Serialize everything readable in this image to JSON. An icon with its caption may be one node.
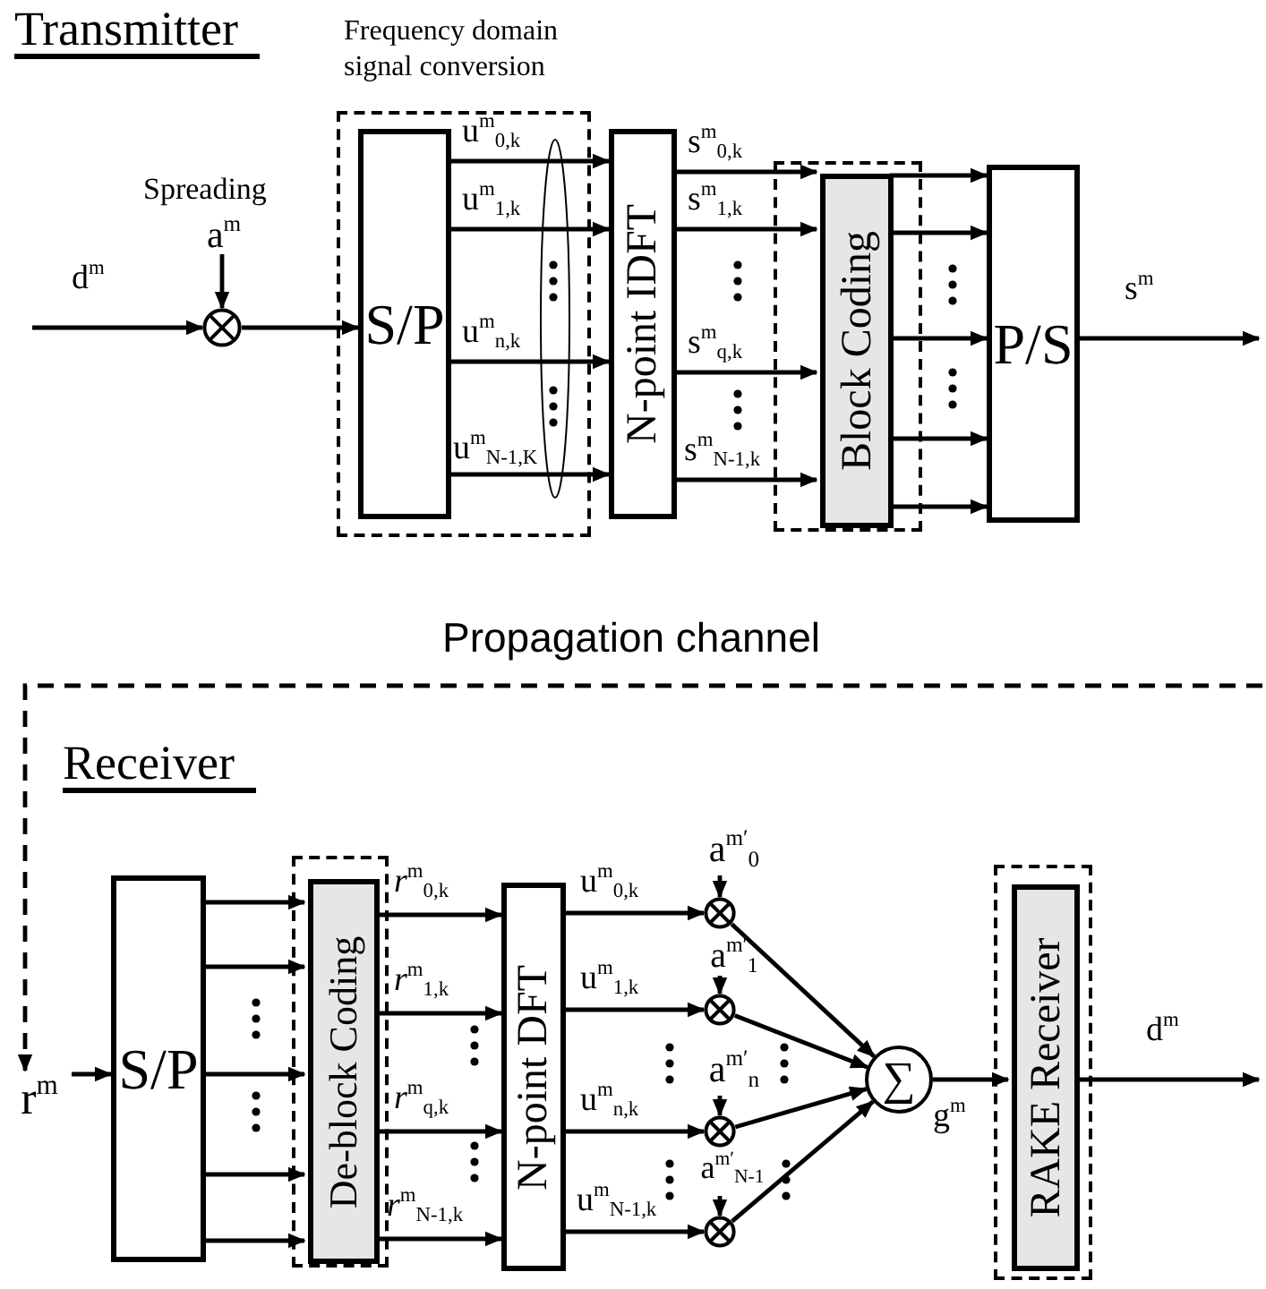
{
  "diagram": {
    "nodes": [
      {
        "text": [
          "a$^{m}$"
        ],
        "beside": [
          "Spreading"
        ]
      },
      {
        "text": [],
        "shape": "circle"
      },
      {
        "text": [
          "Frequency domain signal conversion"
        ]
      },
      {
        "text": [
          "S/P"
        ],
        "in": 2
      },
      {
        "text": [
          "N-point IDFT"
        ]
      },
      {
        "text": [],
        "shape": "box"
      },
      {
        "text": [
          "Block Coding"
        ],
        "in": 5
      },
      {
        "text": [
          "P/S"
        ]
      },
      {
        "text": [
          "r$^{m}$"
        ]
      },
      {
        "text": [
          "S/P"
        ]
      },
      {
        "text": [],
        "shape": "box"
      },
      {
        "text": [
          "De-block Coding"
        ],
        "in": 10
      },
      {
        "text": [
          "N-point DFT"
        ]
      },
      {
        "text": [
          "a$^{m′}$$_{0}$"
        ]
      },
      {
        "text": [],
        "shape": "circle"
      },
      {
        "text": [
          "a$^{m′}$$_{1}$"
        ]
      },
      {
        "text": [],
        "shape": "circle"
      },
      {
        "text": [
          "a$^{m′}$$_{n}$"
        ]
      },
      {
        "text": [],
        "shape": "circle"
      },
      {
        "text": [
          "a$^{m′}$$_{N-1}$"
        ]
      },
      {
        "text": [],
        "shape": "circle"
      },
      {
        "text": [
          "∑"
        ]
      },
      {
        "text": [],
        "shape": "box"
      },
      {
        "text": [
          "RAKE Receiver"
        ],
        "in": 22
      }
    ],
    "edges": [
      {
        "from": null,
        "to": 1,
        "arrow": "to",
        "label": "d$^{m}$"
      },
      {
        "from": 0,
        "to": 1,
        "arrow": "to"
      },
      {
        "from": 1,
        "to": 3,
        "arrow": "to"
      },
      {
        "from": 3,
        "to": 4,
        "arrow": "to",
        "label": "u$^{m}$$_{0,k}$"
      },
      {
        "from": 3,
        "to": 4,
        "arrow": "to",
        "label": "u$^{m}$$_{1,k}$"
      },
      {
        "from": 3,
        "to": 4,
        "arrow": "to",
        "label": "u$^{m}$$_{n,k}$"
      },
      {
        "from": 3,
        "to": 4,
        "arrow": "to",
        "label": "u$^{m}$$_{N-1,K}$"
      },
      {
        "from": 4,
        "to": 6,
        "arrow": "to",
        "label": "s$^{m}$$_{0,k}$"
      },
      {
        "from": 4,
        "to": 6,
        "arrow": "to",
        "label": "s$^{m}$$_{1,k}$"
      },
      {
        "from": 4,
        "to": 6,
        "arrow": "to",
        "label": "s$^{m}$$_{q,k}$"
      },
      {
        "from": 4,
        "to": 6,
        "arrow": "to",
        "label": "s$^{m}$$_{N-1,k}$"
      },
      {
        "from": 6,
        "to": 7,
        "arrow": "to"
      },
      {
        "from": 6,
        "to": 7,
        "arrow": "to"
      },
      {
        "from": 6,
        "to": 7,
        "arrow": "to"
      },
      {
        "from": 6,
        "to": 7,
        "arrow": "to"
      },
      {
        "from": 6,
        "to": 7,
        "arrow": "to"
      },
      {
        "from": 7,
        "to": null,
        "arrow": "to",
        "label": "s$^{m}$"
      },
      {
        "from": null,
        "to": 8,
        "arrow": "to",
        "style": "dashed",
        "label": "Propagation channel"
      },
      {
        "from": 8,
        "to": 9,
        "arrow": "to"
      },
      {
        "from": 9,
        "to": 11,
        "arrow": "to"
      },
      {
        "from": 9,
        "to": 11,
        "arrow": "to"
      },
      {
        "from": 9,
        "to": 11,
        "arrow": "to"
      },
      {
        "from": 9,
        "to": 11,
        "arrow": "to"
      },
      {
        "from": 9,
        "to": 11,
        "arrow": "to"
      },
      {
        "from": 11,
        "to": 12,
        "arrow": "to",
        "label": "*r*$^{m}$$_{0,k}$"
      },
      {
        "from": 11,
        "to": 12,
        "arrow": "to",
        "label": "*r*$^{m}$$_{1,k}$"
      },
      {
        "from": 11,
        "to": 12,
        "arrow": "to",
        "label": "*r*$^{m}$$_{q,k}$"
      },
      {
        "from": 11,
        "to": 12,
        "arrow": "to",
        "label": "*r*$^{m}$$_{N-1,k}$"
      },
      {
        "from": 12,
        "to": 14,
        "arrow": "to",
        "label": "u$^{m}$$_{0,k}$"
      },
      {
        "from": 12,
        "to": 16,
        "arrow": "to",
        "label": "u$^{m}$$_{1,k}$"
      },
      {
        "from": 12,
        "to": 18,
        "arrow": "to",
        "label": "u$^{m}$$_{n,k}$"
      },
      {
        "from": 12,
        "to": 20,
        "arrow": "to",
        "label": "u$^{m}$$_{N-1,k}$"
      },
      {
        "from": 13,
        "to": 14,
        "arrow": "to"
      },
      {
        "from": 15,
        "to": 16,
        "arrow": "to"
      },
      {
        "from": 17,
        "to": 18,
        "arrow": "to"
      },
      {
        "from": 19,
        "to": 20,
        "arrow": "to"
      },
      {
        "from": 14,
        "to": 21,
        "arrow": "to"
      },
      {
        "from": 16,
        "to": 21,
        "arrow": "to"
      },
      {
        "from": 18,
        "to": 21,
        "arrow": "to"
      },
      {
        "from": 20,
        "to": 21,
        "arrow": "to"
      },
      {
        "from": 21,
        "to": 23,
        "arrow": "to",
        "label": "g$^{m}$"
      },
      {
        "from": 23,
        "to": null,
        "arrow": "to",
        "label": "d$^{m}$"
      }
    ],
    "labels": [
      "Transmitter",
      "Receiver"
    ]
  }
}
